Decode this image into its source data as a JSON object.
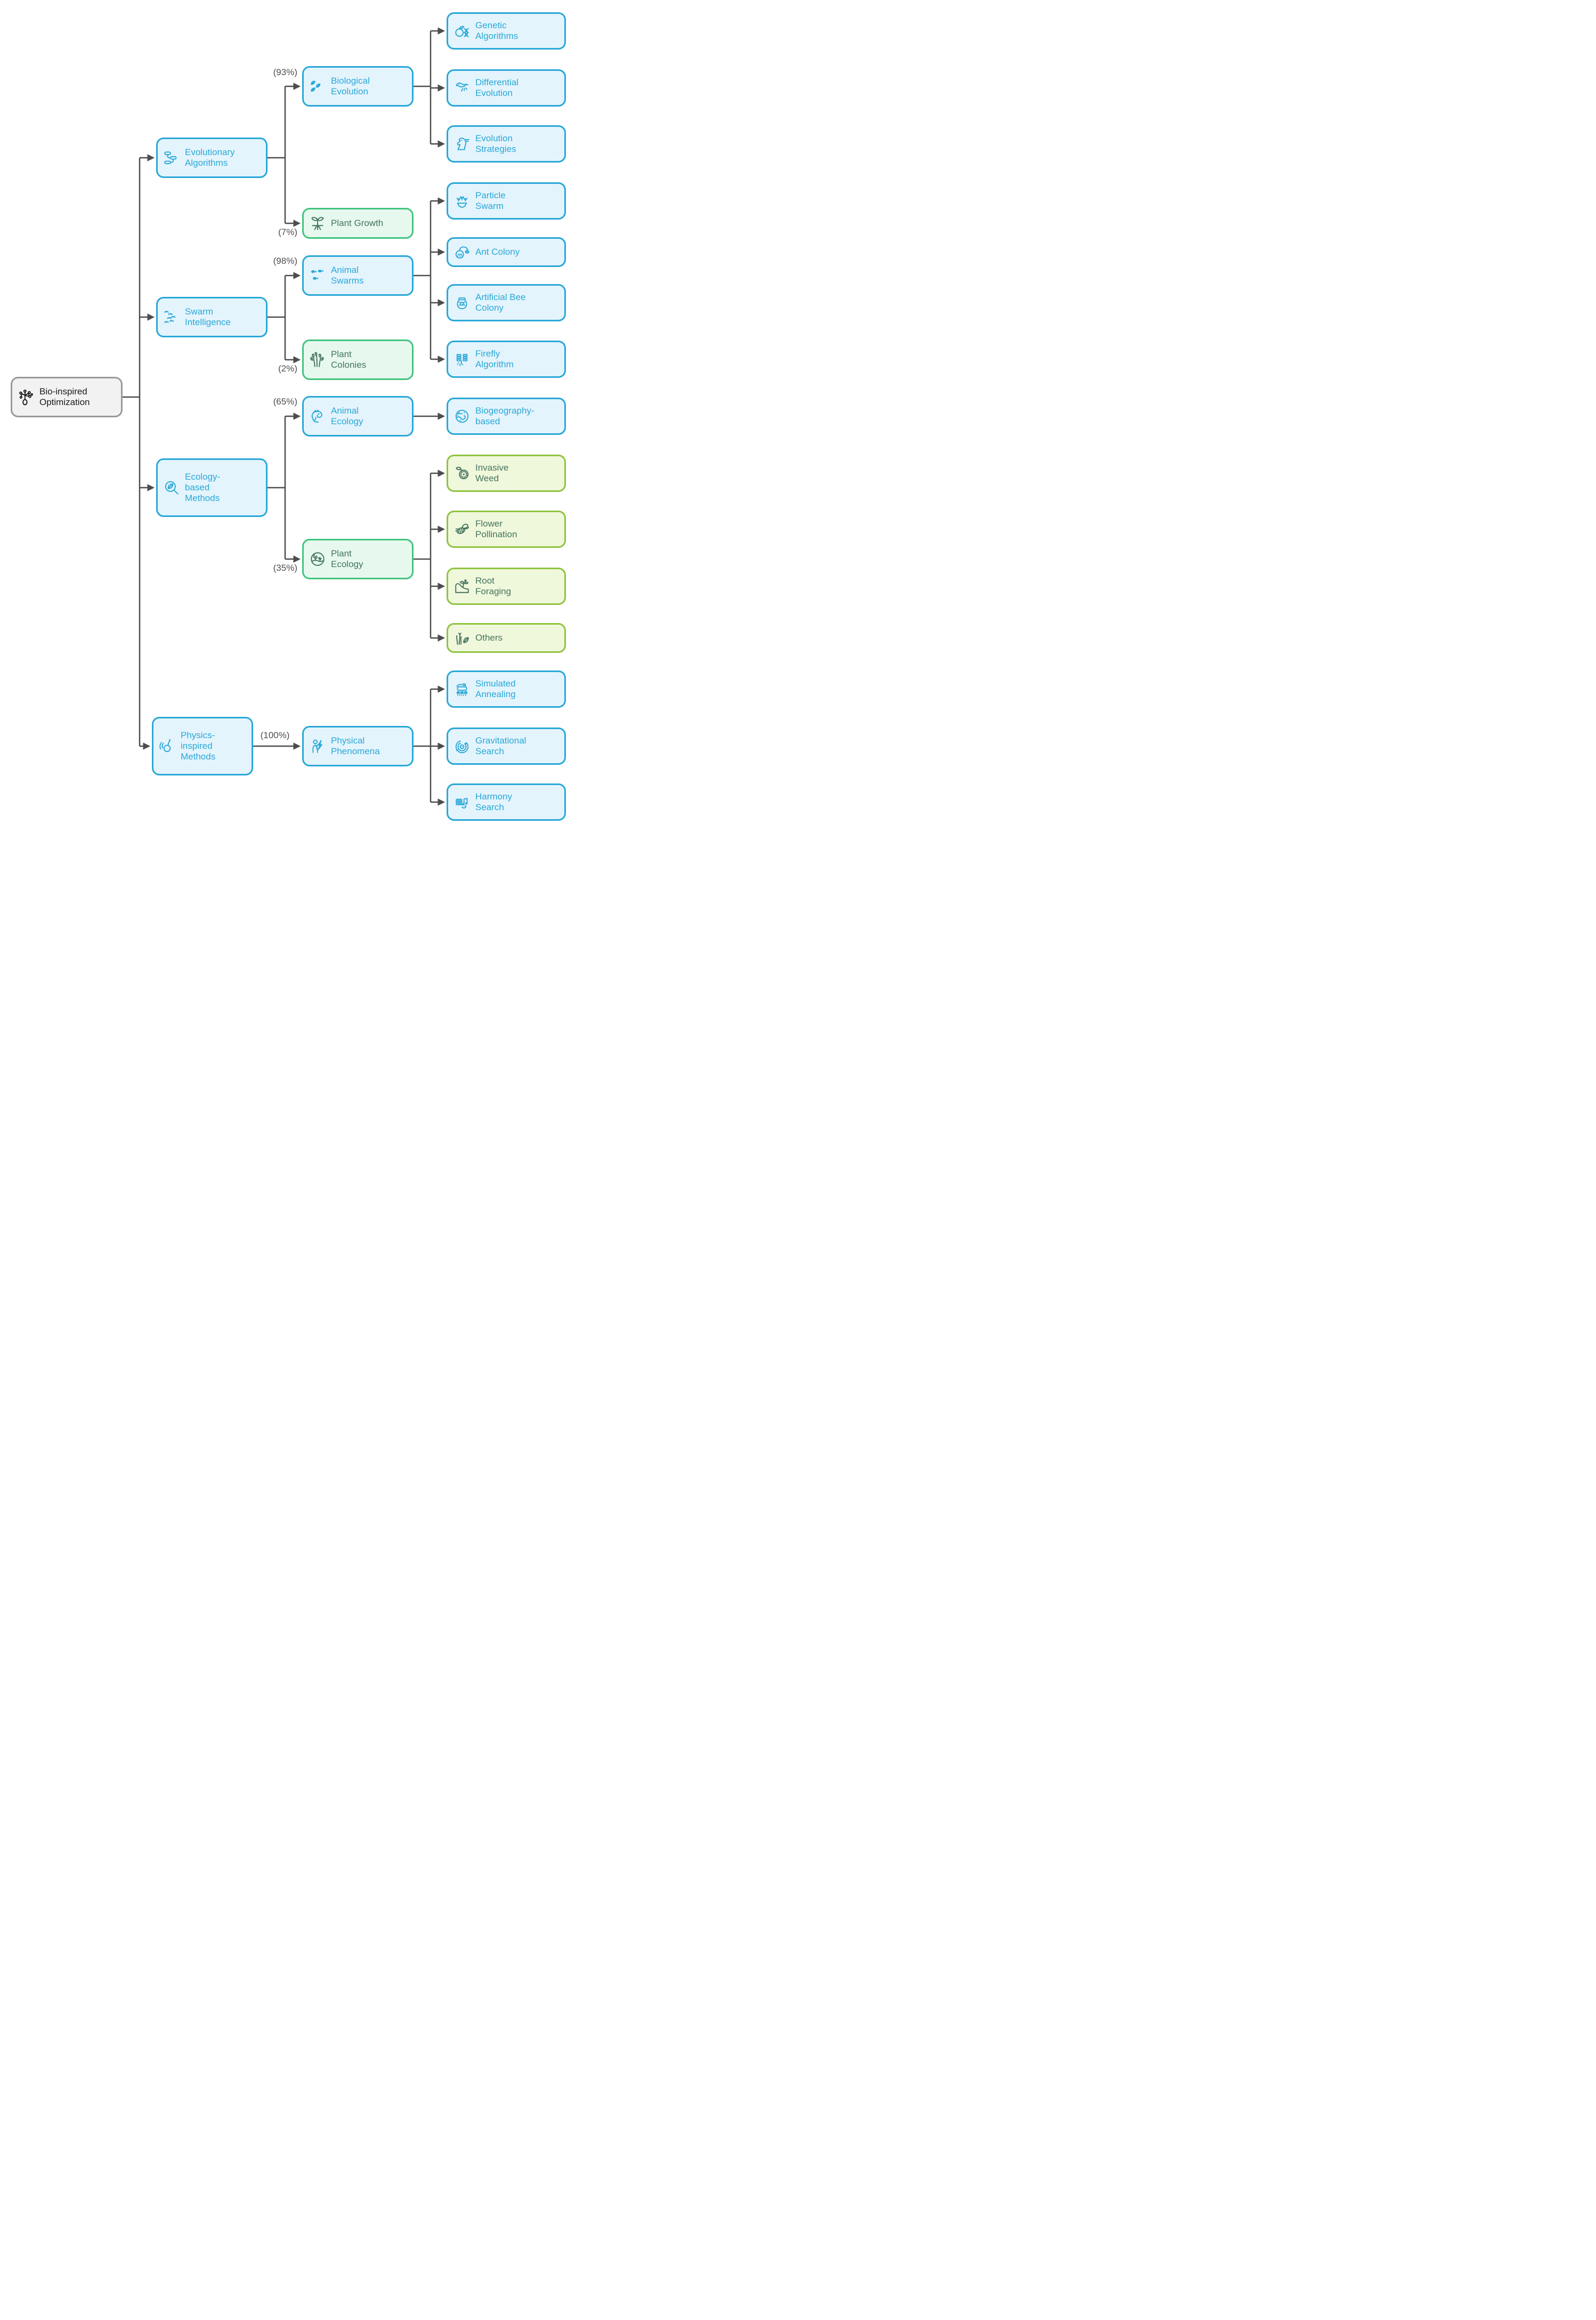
{
  "nodes": {
    "root": {
      "label": "Bio-inspired Optimization",
      "icon": "branching-tree-icon"
    },
    "evolutionary_algorithms": {
      "label": "Evolutionary Algorithms",
      "icon": "flowchart-icon"
    },
    "swarm_intelligence": {
      "label": "Swarm Intelligence",
      "icon": "bird-flock-icon"
    },
    "ecology_based_methods": {
      "label": "Ecology-based Methods",
      "icon": "leaf-magnifier-icon"
    },
    "physics_inspired_methods": {
      "label": "Physics-inspired Methods",
      "icon": "pendulum-icon"
    },
    "biological_evolution": {
      "label": "Biological Evolution",
      "icon": "leaves-icon"
    },
    "plant_growth": {
      "label": "Plant Growth",
      "icon": "sprout-roots-icon"
    },
    "animal_swarms": {
      "label": "Animal Swarms",
      "icon": "fish-school-icon"
    },
    "plant_colonies": {
      "label": "Plant Colonies",
      "icon": "sprout-cluster-icon"
    },
    "animal_ecology": {
      "label": "Animal Ecology",
      "icon": "chameleon-icon"
    },
    "plant_ecology": {
      "label": "Plant Ecology",
      "icon": "landscape-plants-icon"
    },
    "physical_phenomena": {
      "label": "Physical Phenomena",
      "icon": "scientist-lightning-icon"
    },
    "genetic_algorithms": {
      "label": "Genetic Algorithms",
      "icon": "apple-dna-icon"
    },
    "differential_evolution": {
      "label": "Differential Evolution",
      "icon": "bird-icon"
    },
    "evolution_strategies": {
      "label": "Evolution Strategies",
      "icon": "chess-knight-icon"
    },
    "particle_swarm": {
      "label": "Particle Swarm",
      "icon": "seed-bowl-icon"
    },
    "ant_colony": {
      "label": "Ant Colony",
      "icon": "ant-tunnel-icon"
    },
    "artificial_bee_colony": {
      "label": "Artificial Bee Colony",
      "icon": "honey-pot-icon"
    },
    "firefly_algorithm": {
      "label": "Firefly Algorithm",
      "icon": "firefly-icon"
    },
    "biogeography_based": {
      "label": "Biogeography-based",
      "icon": "globe-icon"
    },
    "invasive_weed": {
      "label": "Invasive Weed",
      "icon": "weed-seed-icon"
    },
    "flower_pollination": {
      "label": "Flower Pollination",
      "icon": "bee-icon"
    },
    "root_foraging": {
      "label": "Root Foraging",
      "icon": "root-hill-icon"
    },
    "others": {
      "label": "Others",
      "icon": "grass-leaf-icon"
    },
    "simulated_annealing": {
      "label": "Simulated Annealing",
      "icon": "furnace-icon"
    },
    "gravitational_search": {
      "label": "Gravitational Search",
      "icon": "orbit-icon"
    },
    "harmony_search": {
      "label": "Harmony Search",
      "icon": "music-grid-icon"
    }
  },
  "edge_labels": {
    "to_biological_evolution": "(93%)",
    "to_plant_growth": "(7%)",
    "to_animal_swarms": "(98%)",
    "to_plant_colonies": "(2%)",
    "to_animal_ecology": "(65%)",
    "to_plant_ecology": "(35%)",
    "to_physical_phenomena": "(100%)"
  },
  "edges": [
    {
      "from": "root",
      "to": "evolutionary_algorithms"
    },
    {
      "from": "root",
      "to": "swarm_intelligence"
    },
    {
      "from": "root",
      "to": "ecology_based_methods"
    },
    {
      "from": "root",
      "to": "physics_inspired_methods"
    },
    {
      "from": "evolutionary_algorithms",
      "to": "biological_evolution",
      "label": "(93%)"
    },
    {
      "from": "evolutionary_algorithms",
      "to": "plant_growth",
      "label": "(7%)"
    },
    {
      "from": "swarm_intelligence",
      "to": "animal_swarms",
      "label": "(98%)"
    },
    {
      "from": "swarm_intelligence",
      "to": "plant_colonies",
      "label": "(2%)"
    },
    {
      "from": "ecology_based_methods",
      "to": "animal_ecology",
      "label": "(65%)"
    },
    {
      "from": "ecology_based_methods",
      "to": "plant_ecology",
      "label": "(35%)"
    },
    {
      "from": "physics_inspired_methods",
      "to": "physical_phenomena",
      "label": "(100%)"
    },
    {
      "from": "biological_evolution",
      "to": "genetic_algorithms"
    },
    {
      "from": "biological_evolution",
      "to": "differential_evolution"
    },
    {
      "from": "biological_evolution",
      "to": "evolution_strategies"
    },
    {
      "from": "animal_swarms",
      "to": "particle_swarm"
    },
    {
      "from": "animal_swarms",
      "to": "ant_colony"
    },
    {
      "from": "animal_swarms",
      "to": "artificial_bee_colony"
    },
    {
      "from": "animal_swarms",
      "to": "firefly_algorithm"
    },
    {
      "from": "animal_ecology",
      "to": "biogeography_based"
    },
    {
      "from": "plant_ecology",
      "to": "invasive_weed"
    },
    {
      "from": "plant_ecology",
      "to": "flower_pollination"
    },
    {
      "from": "plant_ecology",
      "to": "root_foraging"
    },
    {
      "from": "plant_ecology",
      "to": "others"
    },
    {
      "from": "physical_phenomena",
      "to": "simulated_annealing"
    },
    {
      "from": "physical_phenomena",
      "to": "gravitational_search"
    },
    {
      "from": "physical_phenomena",
      "to": "harmony_search"
    }
  ],
  "colors": {
    "blue_border": "#29A8D8",
    "blue_fill": "#E4F4FC",
    "blue_text": "#29A8D8",
    "green_border": "#41C47E",
    "green_fill": "#E7F9EF",
    "green_text": "#44745C",
    "lime_border": "#8FC43F",
    "lime_fill": "#F0F8DC",
    "gray_border": "#999999",
    "gray_fill": "#F2F2F2",
    "gray_text": "#1A1A1A",
    "edge": "#4D4D4D",
    "background": "#FFFFFF"
  }
}
